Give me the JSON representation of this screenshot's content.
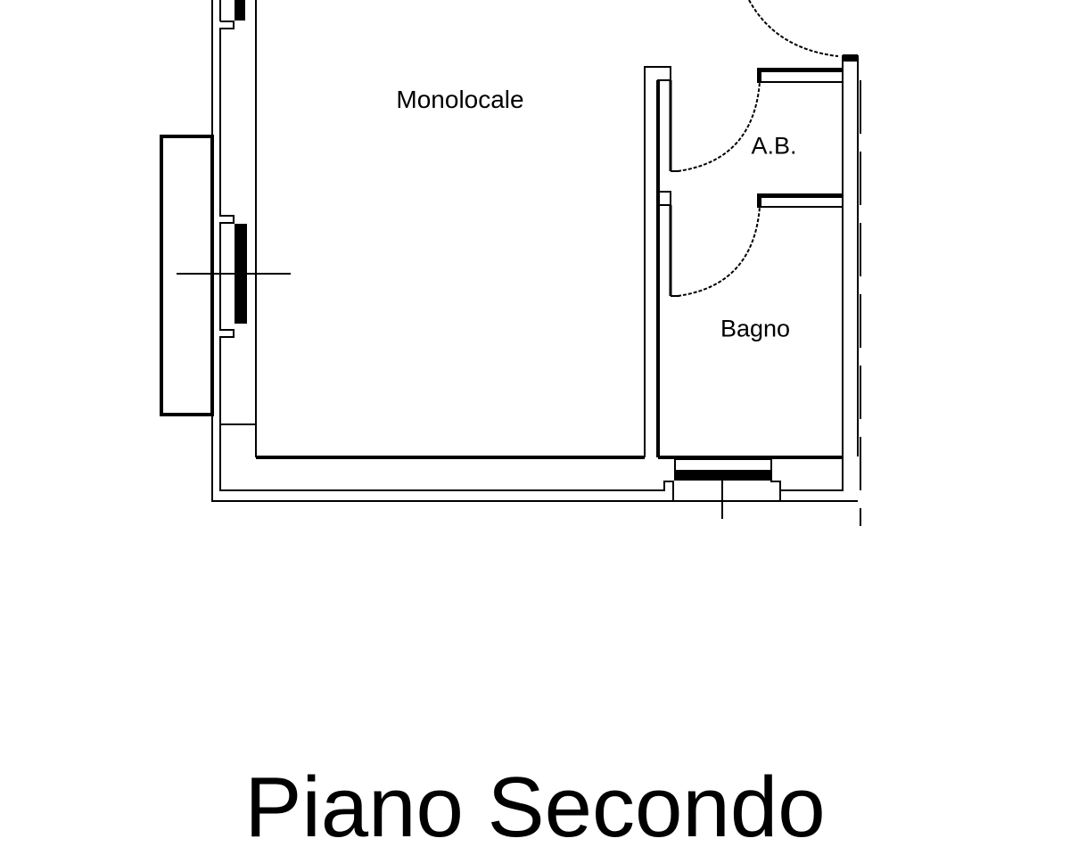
{
  "plan": {
    "rooms": [
      {
        "name": "Monolocale"
      },
      {
        "name": "A.B."
      },
      {
        "name": "Bagno"
      }
    ],
    "floor_title": "Piano Secondo"
  }
}
